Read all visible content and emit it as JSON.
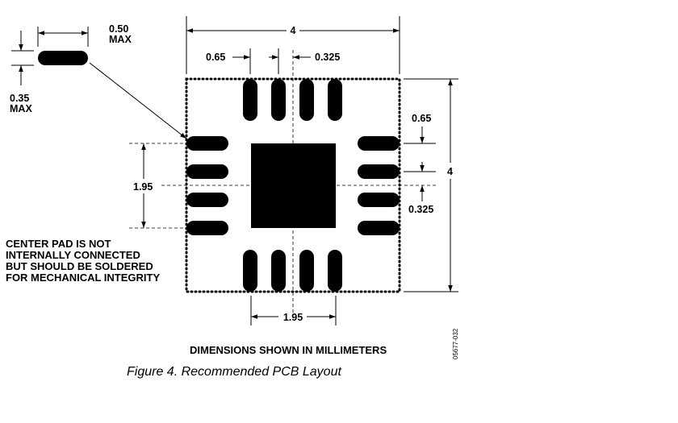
{
  "dimensions": {
    "overall_top": "4",
    "overall_right": "4",
    "pitch_top": "0.65",
    "half_pitch_top": "0.325",
    "pitch_right": "0.65",
    "half_pitch_right": "0.325",
    "span_left": "1.95",
    "span_bottom": "1.95",
    "pad_length": "0.50",
    "pad_length_suffix": "MAX",
    "pad_width": "0.35",
    "pad_width_suffix": "MAX"
  },
  "note": {
    "lines": [
      "CENTER PAD IS NOT",
      "INTERNALLY CONNECTED",
      "BUT SHOULD BE SOLDERED",
      "FOR MECHANICAL INTEGRITY"
    ]
  },
  "units_label": "DIMENSIONS SHOWN IN MILLIMETERS",
  "figure_code": "05677-032",
  "caption": "Figure 4. Recommended PCB Layout"
}
